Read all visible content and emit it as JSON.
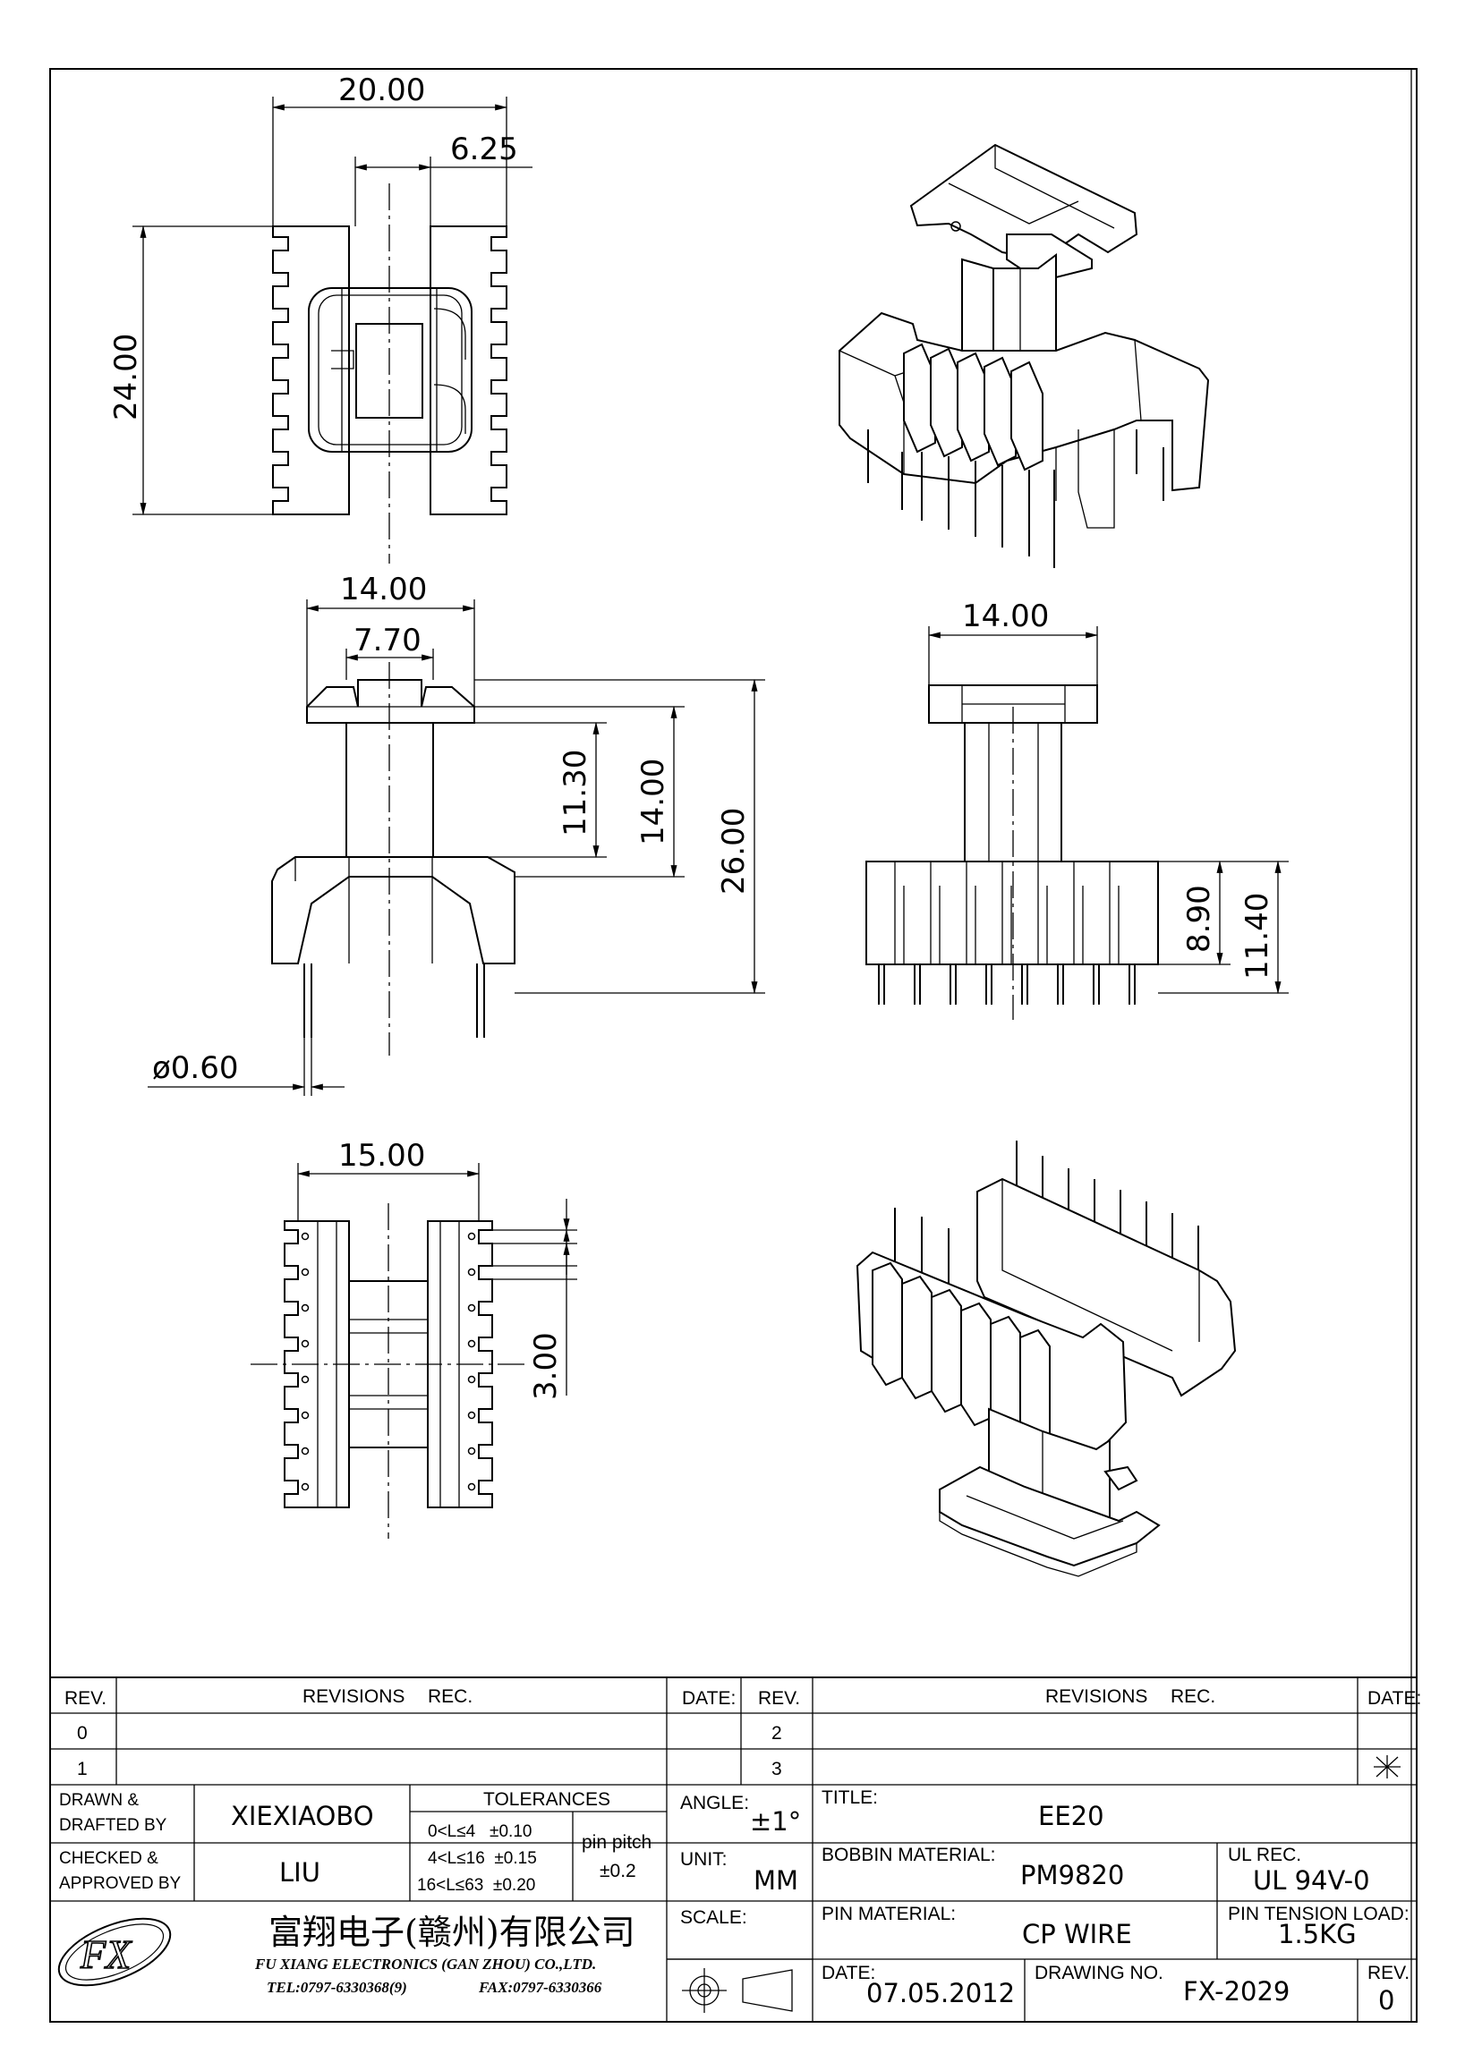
{
  "dimensions": {
    "top_width": "20.00",
    "top_offset": "6.25",
    "top_height": "24.00",
    "front_width": "14.00",
    "front_inner": "7.70",
    "front_h1": "11.30",
    "front_h2": "14.00",
    "front_total": "26.00",
    "pin_dia": "ø0.60",
    "side_width": "14.00",
    "side_h1": "8.90",
    "side_h2": "11.40",
    "bottom_width": "15.00",
    "pin_pitch": "3.00"
  },
  "title_block": {
    "rev_header": "REV.",
    "revisions_header": "REVISIONS",
    "rec_header": "REC.",
    "date_header": "DATE:",
    "rev_rows": [
      "0",
      "1"
    ],
    "rev_rows_right": [
      "2",
      "3"
    ],
    "asterisk": "*",
    "drawn_label_1": "DRAWN &",
    "drawn_label_2": "DRAFTED BY",
    "drawn_value": "XIEXIAOBO",
    "checked_label_1": "CHECKED &",
    "checked_label_2": "APPROVED BY",
    "checked_value": "LIU",
    "tolerances_header": "TOLERANCES",
    "tol_rows": [
      "0<L≤4   ±0.10",
      "4<L≤16  ±0.15",
      "16<L≤63  ±0.20"
    ],
    "pin_pitch_label": "pin pitch",
    "pin_pitch_value": "±0.2",
    "angle_label": "ANGLE:",
    "angle_value": "±1°",
    "unit_label": "UNIT:",
    "unit_value": "MM",
    "scale_label": "SCALE:",
    "title_label": "TITLE:",
    "title_value": "EE20",
    "bobbin_label": "BOBBIN MATERIAL:",
    "bobbin_value": "PM9820",
    "ul_label": "UL REC.",
    "ul_value": "UL 94V-0",
    "pin_material_label": "PIN MATERIAL:",
    "pin_material_value": "CP WIRE",
    "pin_tension_label": "PIN TENSION LOAD:",
    "pin_tension_value": "1.5KG",
    "date_label": "DATE:",
    "date_value": "07.05.2012",
    "drawing_no_label": "DRAWING NO.",
    "drawing_no_value": "FX-2029",
    "rev_label": "REV.",
    "rev_value": "0",
    "company_cn": "富翔电子(赣州)有限公司",
    "company_en": "FU XIANG ELECTRONICS (GAN ZHOU) CO.,LTD.",
    "tel": "TEL:0797-6330368(9)",
    "fax": "FAX:0797-6330366"
  }
}
